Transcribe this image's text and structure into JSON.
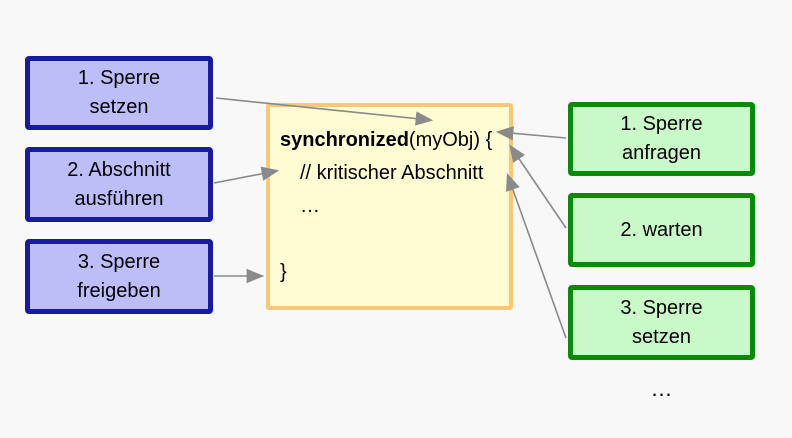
{
  "diagram": {
    "background_color": "#f8f8f8",
    "arrow_color": "#8a8a8a",
    "left_column": {
      "box_fill": "#bdbdf8",
      "box_border": "#161ba0",
      "items": [
        {
          "line1": "1. Sperre",
          "line2": "setzen"
        },
        {
          "line1": "2. Abschnitt",
          "line2": "ausführen"
        },
        {
          "line1": "3. Sperre",
          "line2": "freigeben"
        }
      ]
    },
    "right_column": {
      "box_fill": "#c9f8c9",
      "box_border": "#0a8a0a",
      "items": [
        {
          "line1": "1. Sperre",
          "line2": "anfragen"
        },
        {
          "line1": "2. warten",
          "line2": ""
        },
        {
          "line1": "3. Sperre",
          "line2": "setzen"
        }
      ],
      "more_indicator": "…"
    },
    "code_block": {
      "fill": "#fffbd2",
      "border": "#f8c878",
      "keyword": "synchronized",
      "signature_rest": "(myObj) {",
      "comment": "// kritischer Abschnitt",
      "ellipsis": "…",
      "closing_brace": "}"
    }
  }
}
